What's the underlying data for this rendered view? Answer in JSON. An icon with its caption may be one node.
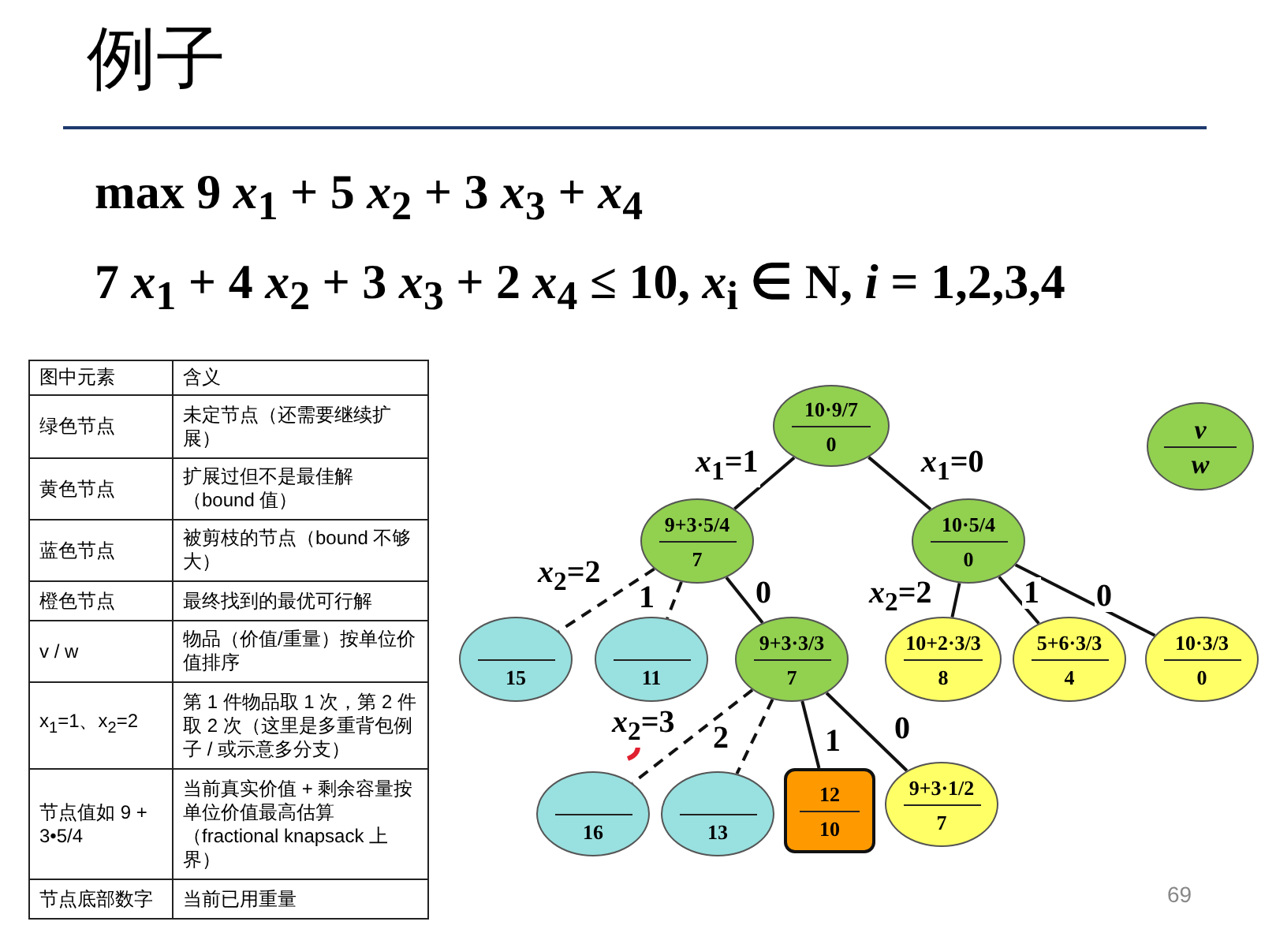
{
  "diagram": {
    "title": "例子",
    "nodes": [
      {
        "text": [
          "10·9/7",
          "0"
        ]
      },
      {
        "text": [
          "v",
          "w"
        ]
      },
      {
        "text": [
          "9+3·5/4",
          "7"
        ]
      },
      {
        "text": [
          "10·5/4",
          "0"
        ]
      },
      {
        "text": [
          "15"
        ]
      },
      {
        "text": [
          "11"
        ]
      },
      {
        "text": [
          "9+3·3/3",
          "7"
        ]
      },
      {
        "text": [
          "10+2·3/3",
          "8"
        ]
      },
      {
        "text": [
          "5+6·3/3",
          "4"
        ]
      },
      {
        "text": [
          "10·3/3",
          "0"
        ]
      },
      {
        "text": [
          "16"
        ]
      },
      {
        "text": [
          "13"
        ]
      },
      {
        "text": [
          "12",
          "10"
        ]
      },
      {
        "text": [
          "9+3·1/2",
          "7"
        ]
      }
    ],
    "edges": [
      {
        "from": 0,
        "to": 2,
        "arrow": "none",
        "label": "*x*$_{1}$=1"
      },
      {
        "from": 0,
        "to": 3,
        "arrow": "none",
        "label": "*x*$_{1}$=0"
      },
      {
        "from": 2,
        "to": 4,
        "arrow": "none",
        "label": "*x*$_{2}$=2",
        "style": "dashed"
      },
      {
        "from": 2,
        "to": 5,
        "arrow": "none",
        "label": "1",
        "style": "dashed"
      },
      {
        "from": 2,
        "to": 6,
        "arrow": "none",
        "label": "0"
      },
      {
        "from": 3,
        "to": 7,
        "arrow": "none",
        "label": "*x*$_{2}$=2"
      },
      {
        "from": 3,
        "to": 8,
        "arrow": "none",
        "label": "1"
      },
      {
        "from": 3,
        "to": 9,
        "arrow": "none",
        "label": "0"
      },
      {
        "from": 6,
        "to": 10,
        "arrow": "none",
        "label": "*x*$_{2}$=3",
        "style": "dashed"
      },
      {
        "from": 6,
        "to": 11,
        "arrow": "none",
        "label": "2",
        "style": "dashed"
      },
      {
        "from": 6,
        "to": 12,
        "arrow": "none",
        "label": "1"
      },
      {
        "from": 6,
        "to": 13,
        "arrow": "none",
        "label": "0"
      }
    ],
    "labels": [
      "max 9 *x*$_{1}$ + 5 *x*$_{2}$ + 3 *x*$_{3}$ + *x*$_{4}$",
      "7 *x*$_{1}$ + 4 *x*$_{2}$ + 3 *x*$_{3}$ + 2 *x*$_{4}$ ≤ 10,  *x*$_{i}$ ∈ N, *i* = 1,2,3,4",
      "图中元素",
      "含义",
      "绿色节点",
      "未定节点（还需要继续扩展）",
      "黄色节点",
      "扩展过但不是最佳解（bound 值）",
      "蓝色节点",
      "被剪枝的节点（bound 不够大）",
      "橙色节点",
      "最终找到的最优可行解",
      "v / w",
      "物品（价值/重量）按单位价值排序",
      "x$_{1}$=1、x$_{2}$=2",
      "第 1 件物品取 1 次，第 2 件取 2 次（这里是多重背包例子 / 或示意多分支）",
      "节点值如 9 + 3•5/4",
      "当前真实价值 + 剩余容量按单位价值最高估算（fractional knapsack 上界）",
      "节点底部数字",
      "当前已用重量",
      "69"
    ]
  }
}
